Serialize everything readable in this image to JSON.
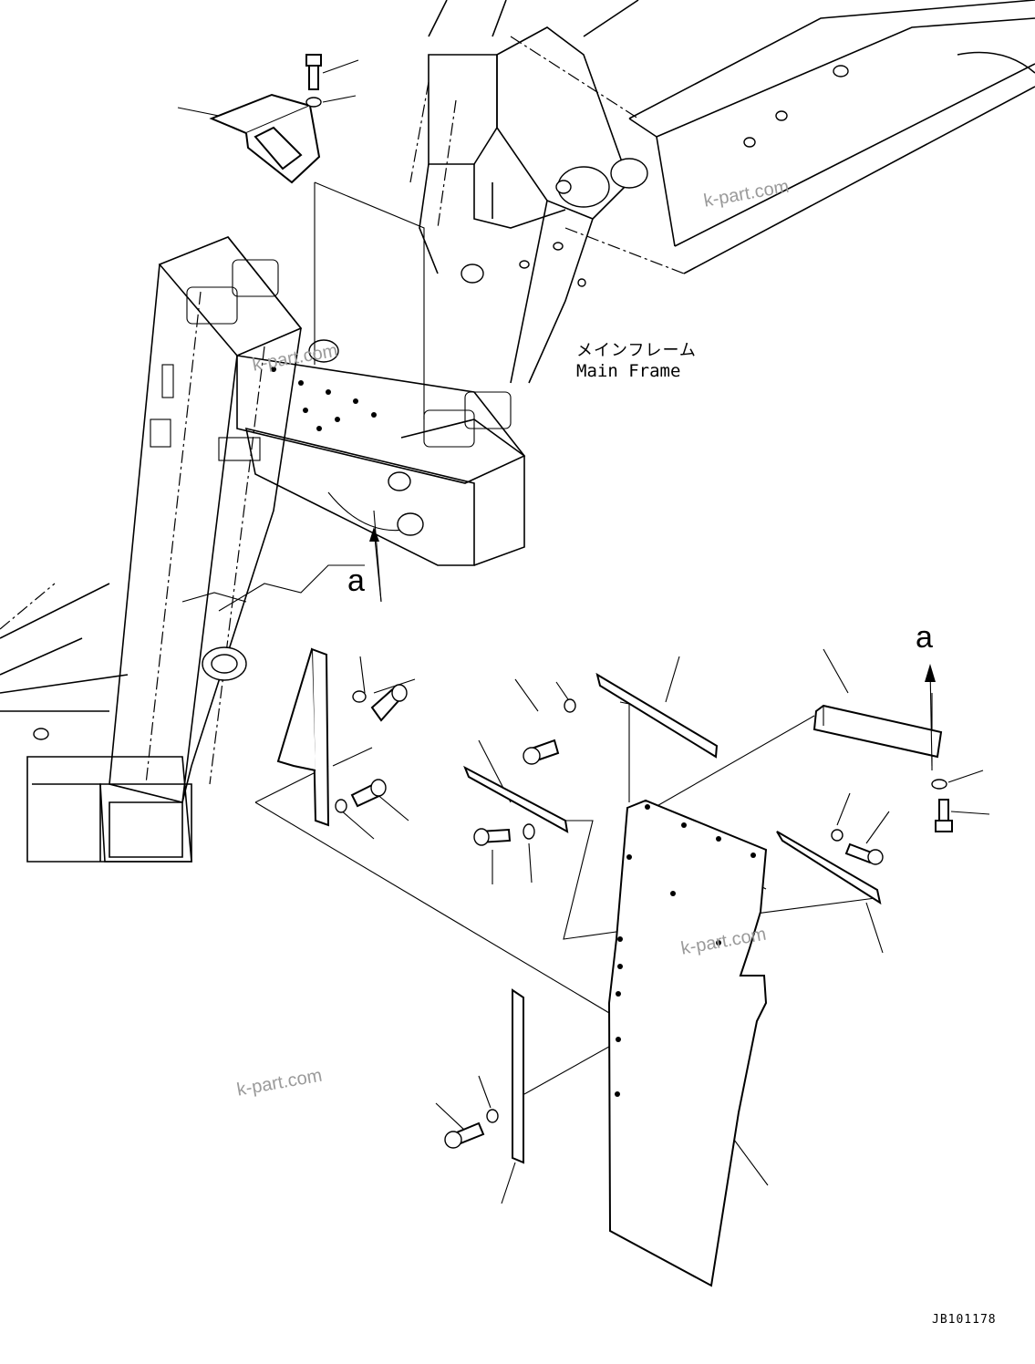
{
  "frame_label": {
    "japanese": "メインフレーム",
    "english": "Main Frame"
  },
  "view_markers": [
    "a",
    "a"
  ],
  "watermarks": [
    "k-part.com",
    "k-part.com",
    "k-part.com",
    "k-part.com"
  ],
  "drawing_code": "JB101178",
  "icons": [
    "bolt-icon",
    "washer-icon",
    "bracket-icon",
    "mud-flap-icon",
    "view-arrow-icon"
  ]
}
